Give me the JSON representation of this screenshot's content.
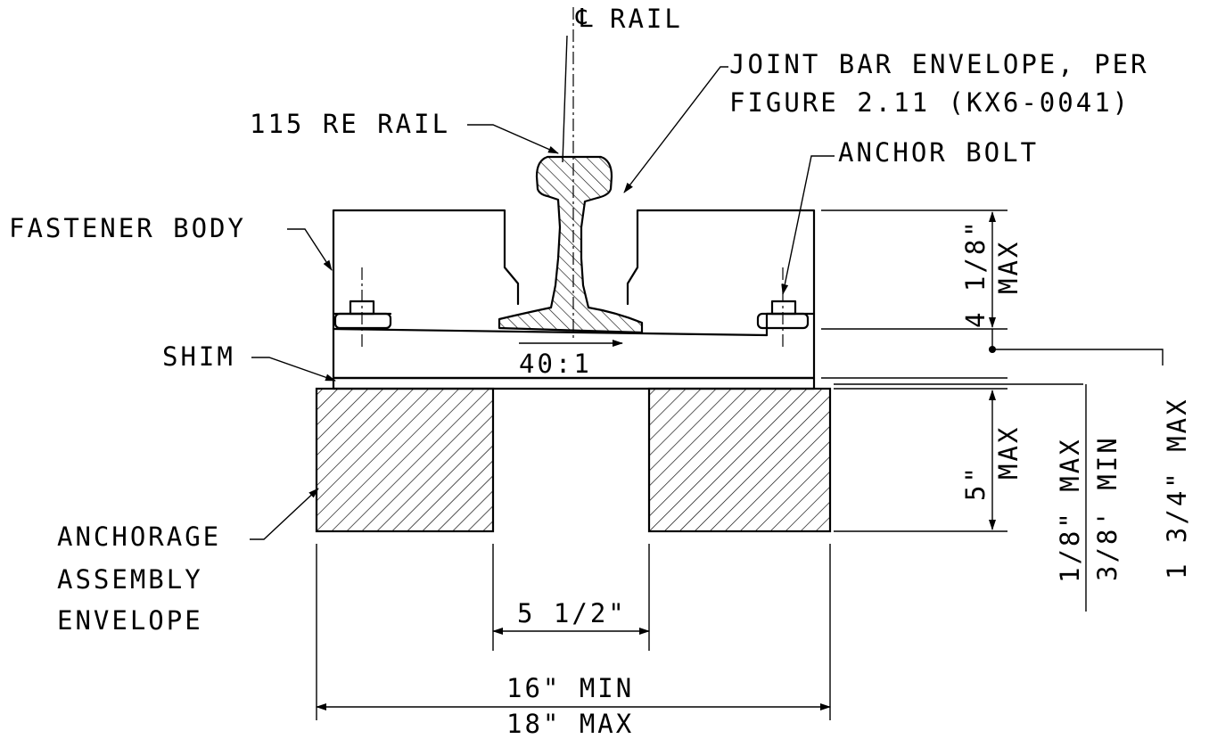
{
  "labels": {
    "cl_rail": "RAIL",
    "joint_bar_1": "JOINT BAR ENVELOPE, PER",
    "joint_bar_2": "FIGURE 2.11 (KX6-0041)",
    "rail_type": "115 RE RAIL",
    "anchor_bolt": "ANCHOR BOLT",
    "fastener_body": "FASTENER BODY",
    "shim": "SHIM",
    "cant": "40:1",
    "anchorage_1": "ANCHORAGE",
    "anchorage_2": "ASSEMBLY",
    "anchorage_3": "ENVELOPE"
  },
  "dimensions": {
    "gap_width": "5 1/2\"",
    "width_min": "16\" MIN",
    "width_max": "18\" MAX",
    "body_height": "4 1/8\"",
    "body_height_qual": "MAX",
    "anchor_height": "5\"",
    "anchor_height_qual": "MAX",
    "shim_max": "1/8\" MAX",
    "shim_min": "3/8' MIN",
    "total_shim": "1 3/4\" MAX"
  }
}
